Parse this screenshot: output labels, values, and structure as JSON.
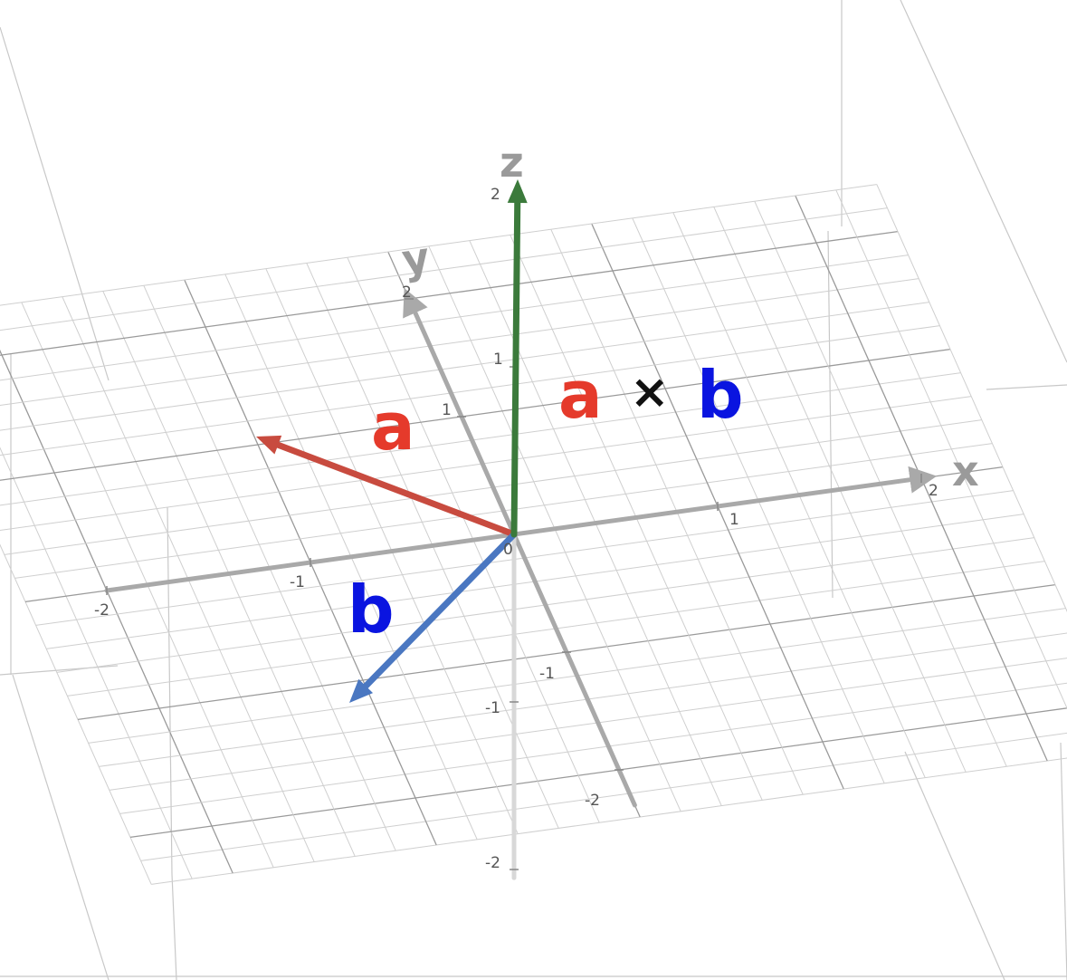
{
  "diagram": {
    "axes": {
      "x": {
        "name": "x",
        "ticks": [
          "-2",
          "-1",
          "1",
          "2"
        ]
      },
      "y": {
        "name": "y",
        "ticks": [
          "-2",
          "-1",
          "1",
          "2"
        ]
      },
      "z": {
        "name": "z",
        "ticks": [
          "-2",
          "-1",
          "1",
          "2"
        ]
      },
      "origin_label": "0"
    },
    "vectors": [
      {
        "id": "a",
        "label": "a",
        "color": "#c84b3f"
      },
      {
        "id": "b",
        "label": "b",
        "color": "#4a77c1"
      },
      {
        "id": "axb",
        "color": "#3b7a3b"
      }
    ],
    "labels": {
      "a": {
        "text": "a",
        "color": "#e53a2b"
      },
      "b": {
        "text": "b",
        "color": "#0a14e0"
      },
      "cross": {
        "left": "a",
        "op": "×",
        "right": "b"
      }
    },
    "colors": {
      "grid": "#cfcfcf",
      "grid_major": "#9a9a9a",
      "axis": "#a9a9a9",
      "box": "#c8c8c8",
      "label_a": "#e53a2b",
      "label_b": "#0a14e0"
    }
  }
}
